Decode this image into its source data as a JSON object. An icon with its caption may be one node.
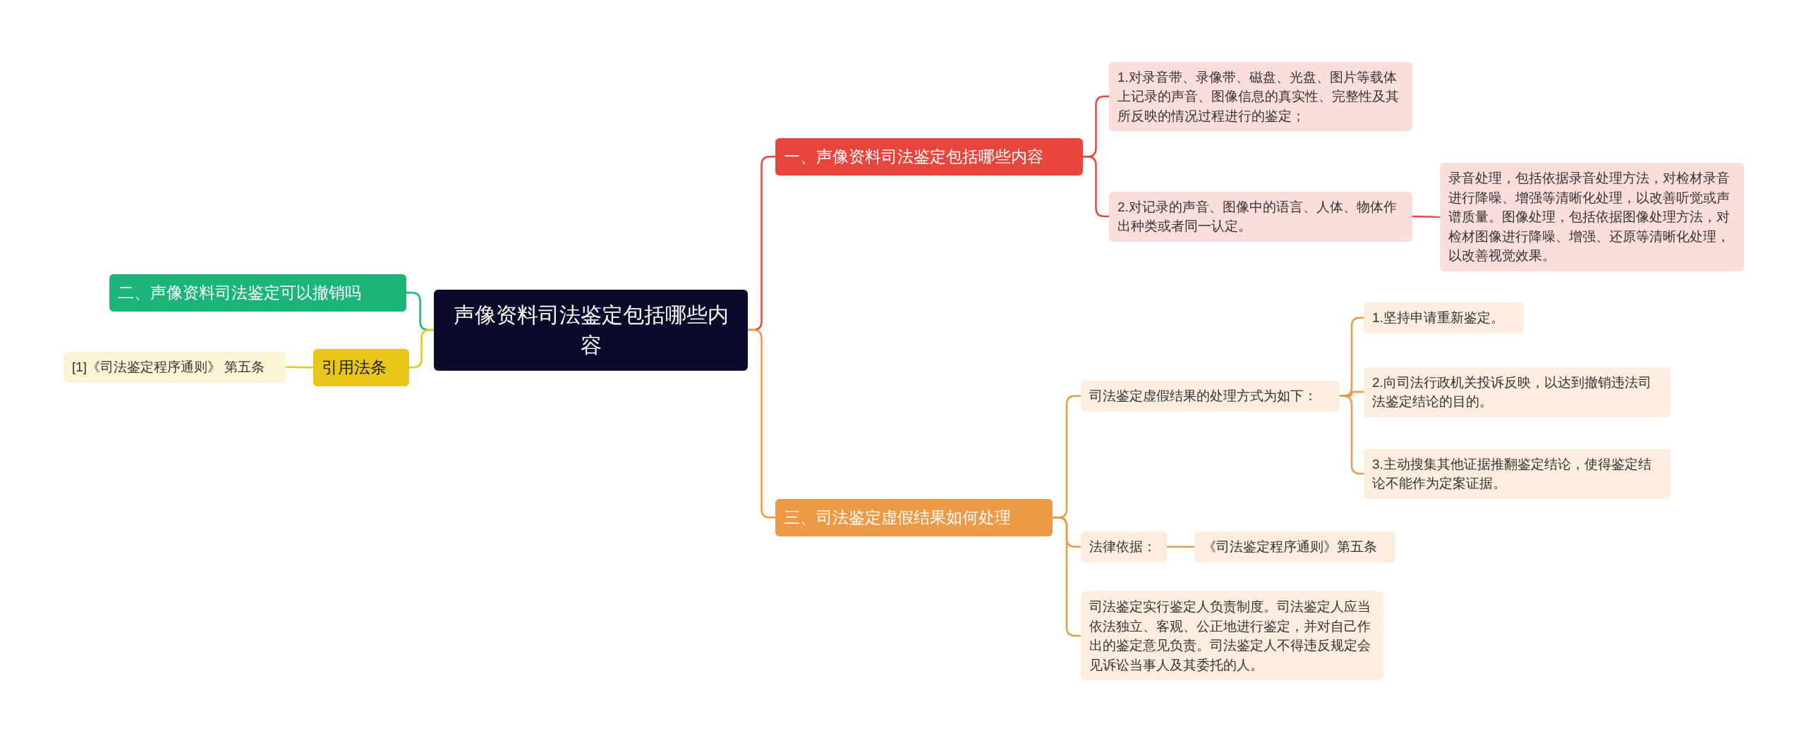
{
  "diagram": {
    "nodes": [
      {
        "text": [
          "声像资料司法鉴定包括哪些内容"
        ]
      },
      {
        "text": [
          "一、声像资料司法鉴定包括哪些内容"
        ]
      },
      {
        "text": [
          "1.对录音带、录像带、磁盘、光盘、图片等载体上记录的声音、图像信息的真实性、完整性及其所反映的情况过程进行的鉴定；"
        ]
      },
      {
        "text": [
          "2.对记录的声音、图像中的语言、人体、物体作出种类或者同一认定。"
        ]
      },
      {
        "text": [
          "录音处理，包括依据录音处理方法，对检材录音进行降噪、增强等清晰化处理，以改善听觉或声谱质量。图像处理，包括依据图像处理方法，对检材图像进行降噪、增强、还原等清晰化处理，以改善视觉效果。"
        ]
      },
      {
        "text": [
          "二、声像资料司法鉴定可以撤销吗"
        ]
      },
      {
        "text": [
          "引用法条"
        ]
      },
      {
        "text": [
          "[1]《司法鉴定程序通则》 第五条"
        ]
      },
      {
        "text": [
          "三、司法鉴定虚假结果如何处理"
        ]
      },
      {
        "text": [
          "司法鉴定虚假结果的处理方式为如下："
        ]
      },
      {
        "text": [
          "1.坚持申请重新鉴定。"
        ]
      },
      {
        "text": [
          "2.向司法行政机关投诉反映，以达到撤销违法司法鉴定结论的目的。"
        ]
      },
      {
        "text": [
          "3.主动搜集其他证据推翻鉴定结论，使得鉴定结论不能作为定案证据。"
        ]
      },
      {
        "text": [
          "法律依据："
        ]
      },
      {
        "text": [
          "《司法鉴定程序通则》第五条"
        ]
      },
      {
        "text": [
          "司法鉴定实行鉴定人负责制度。司法鉴定人应当依法独立、客观、公正地进行鉴定，并对自己作出的鉴定意见负责。司法鉴定人不得违反规定会见诉讼当事人及其委托的人。"
        ]
      }
    ],
    "edges": [
      {
        "from": 0,
        "to": 1,
        "arrow": "none",
        "color": "#e8453c"
      },
      {
        "from": 1,
        "to": 2,
        "arrow": "none",
        "color": "#e8453c"
      },
      {
        "from": 1,
        "to": 3,
        "arrow": "none",
        "color": "#e8453c"
      },
      {
        "from": 3,
        "to": 4,
        "arrow": "none",
        "color": "#e8453c"
      },
      {
        "from": 0,
        "to": 5,
        "arrow": "none",
        "color": "#1bb57a"
      },
      {
        "from": 0,
        "to": 6,
        "arrow": "none",
        "color": "#e8c619"
      },
      {
        "from": 6,
        "to": 7,
        "arrow": "none",
        "color": "#e8c619"
      },
      {
        "from": 0,
        "to": 8,
        "arrow": "none",
        "color": "#ec9a45"
      },
      {
        "from": 8,
        "to": 9,
        "arrow": "none",
        "color": "#ec9a45"
      },
      {
        "from": 9,
        "to": 10,
        "arrow": "none",
        "color": "#ec9a45"
      },
      {
        "from": 9,
        "to": 11,
        "arrow": "none",
        "color": "#ec9a45"
      },
      {
        "from": 9,
        "to": 12,
        "arrow": "none",
        "color": "#ec9a45"
      },
      {
        "from": 8,
        "to": 13,
        "arrow": "none",
        "color": "#ec9a45"
      },
      {
        "from": 13,
        "to": 14,
        "arrow": "none",
        "color": "#ec9a45"
      },
      {
        "from": 8,
        "to": 15,
        "arrow": "none",
        "color": "#ec9a45"
      }
    ]
  }
}
